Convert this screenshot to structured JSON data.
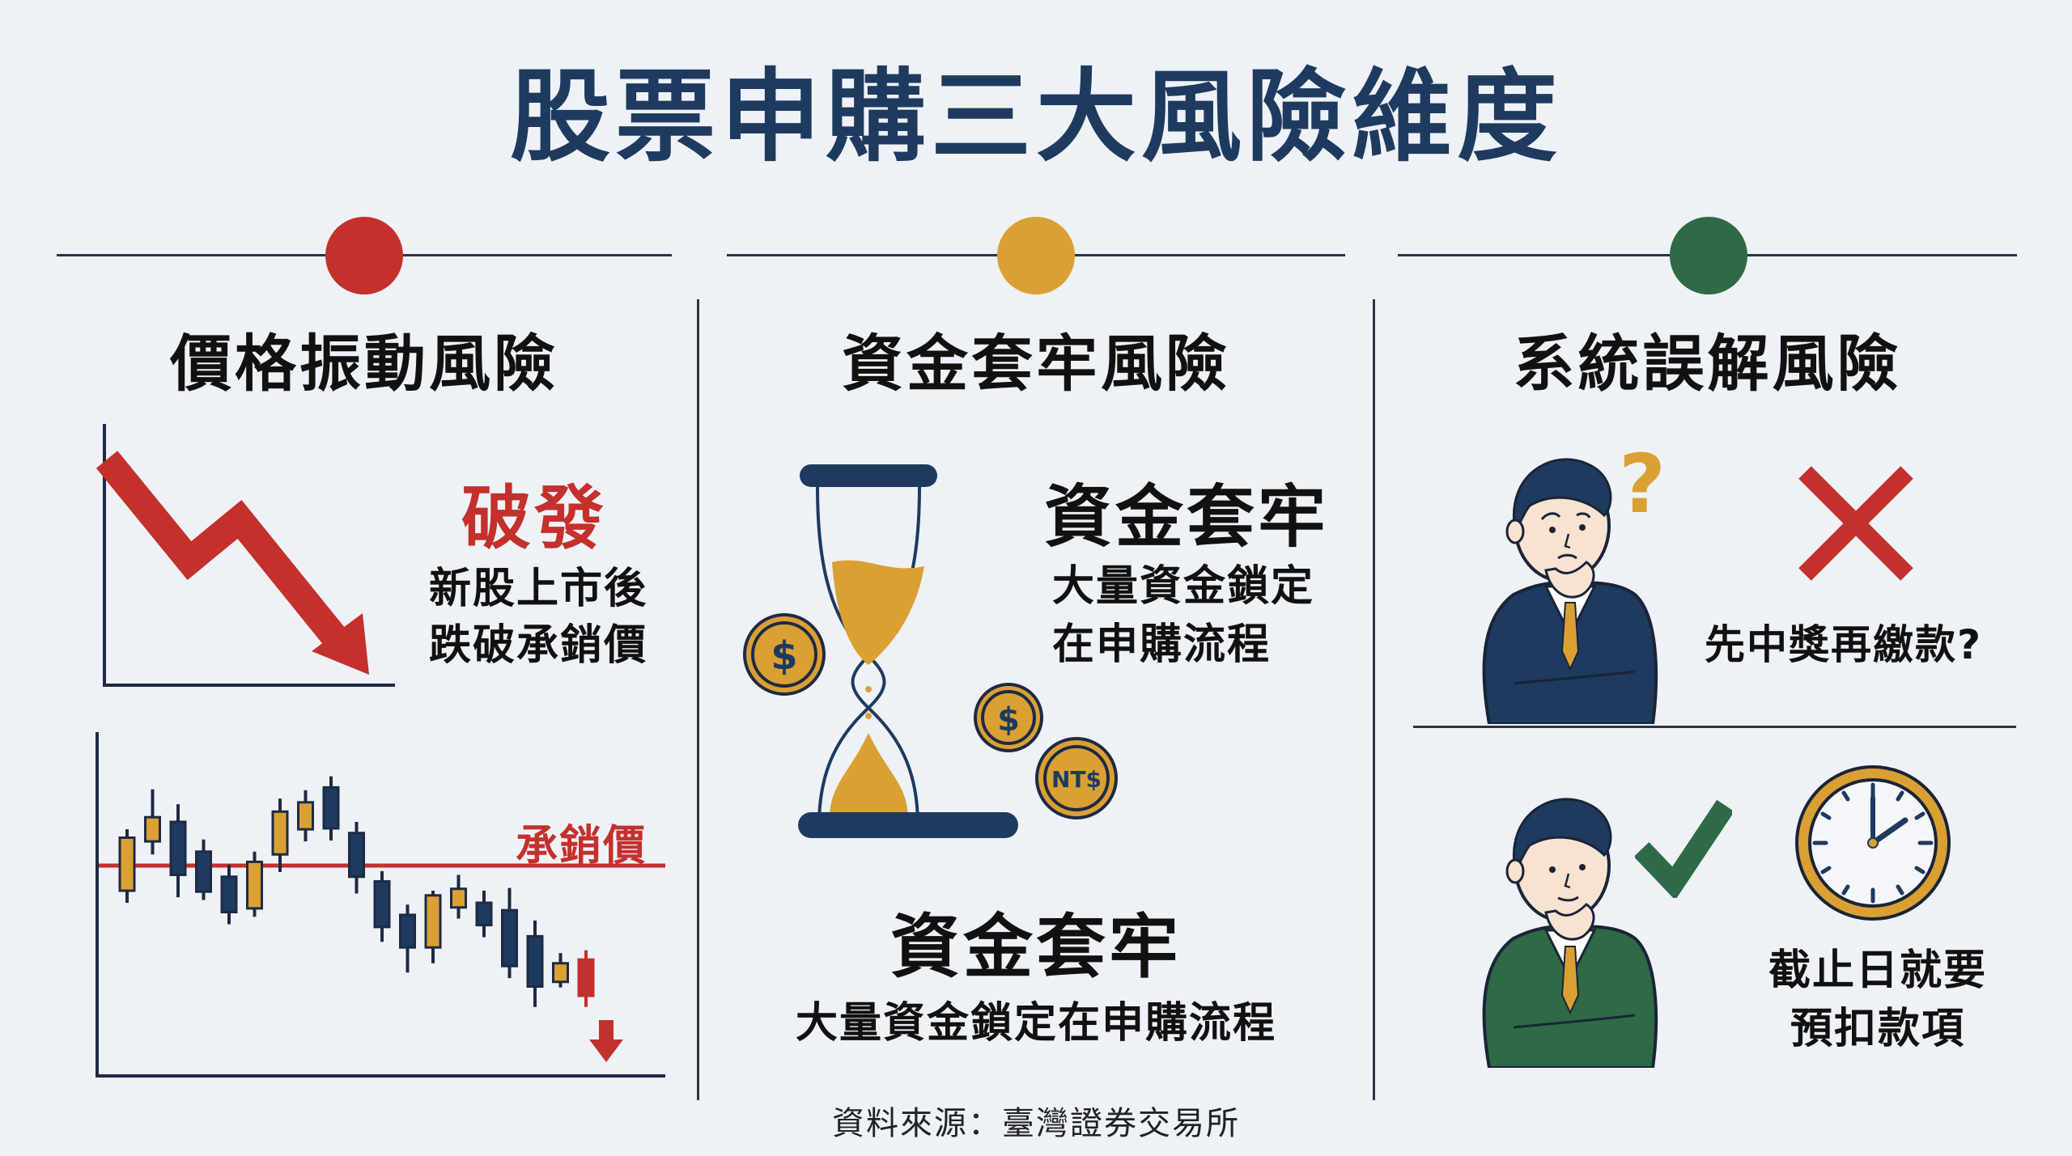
{
  "title": "股票申購三大風險維度",
  "colors": {
    "background": "#eef2f7",
    "navy": "#1e3a5f",
    "red": "#c4302b",
    "gold": "#dba033",
    "green": "#2d6a45",
    "line": "#2b3440"
  },
  "columns": [
    {
      "id": "price-volatility",
      "indicator_color": "#c4302b",
      "title": "價格振動風險",
      "highlight": "破發",
      "description_lines": [
        "新股上市後",
        "跌破承銷價"
      ],
      "candlestick_label": "承銷價"
    },
    {
      "id": "capital-lockup",
      "indicator_color": "#dba033",
      "title": "資金套牢風險",
      "side_heading": "資金套牢",
      "side_lines": [
        "大量資金鎖定",
        "在申購流程"
      ],
      "coin_labels": [
        "$",
        "$",
        "NT$"
      ],
      "bottom_heading": "資金套牢",
      "bottom_line": "大量資金鎖定在申購流程"
    },
    {
      "id": "system-misunderstanding",
      "indicator_color": "#2d6a45",
      "title": "系統誤解風險",
      "wrong_label": "先中獎再繳款?",
      "wrong_icon": "cross-mark",
      "right_lines": [
        "截止日就要",
        "預扣款項"
      ],
      "right_icon": "check-mark",
      "clock_time": "2:00"
    }
  ],
  "footer": "資料來源：臺灣證券交易所",
  "chart_data": [
    {
      "type": "line",
      "title": "",
      "description": "Downward trend arrow (price falling after listing)",
      "x": [
        0,
        1,
        2,
        3
      ],
      "values": [
        100,
        55,
        72,
        5
      ],
      "xlabel": "",
      "ylabel": "",
      "grid": false
    },
    {
      "type": "candlestick",
      "title": "",
      "reference_line": {
        "label": "承銷價",
        "value": 0
      },
      "note": "Values relative to underwriting price (positive = above line), approximate units from pixel positions",
      "candles": [
        {
          "open": -27,
          "close": 30,
          "high": 39,
          "low": -40,
          "color": "gold"
        },
        {
          "open": 26,
          "close": 52,
          "high": 82,
          "low": 12,
          "color": "gold"
        },
        {
          "open": 47,
          "close": -10,
          "high": 66,
          "low": -34,
          "color": "navy"
        },
        {
          "open": 15,
          "close": -28,
          "high": 28,
          "low": -37,
          "color": "navy"
        },
        {
          "open": -12,
          "close": -50,
          "high": 1,
          "low": -63,
          "color": "navy"
        },
        {
          "open": -46,
          "close": 4,
          "high": 15,
          "low": -55,
          "color": "gold"
        },
        {
          "open": 12,
          "close": 58,
          "high": 72,
          "low": -7,
          "color": "gold"
        },
        {
          "open": 39,
          "close": 68,
          "high": 81,
          "low": 26,
          "color": "gold"
        },
        {
          "open": 84,
          "close": 40,
          "high": 96,
          "low": 27,
          "color": "navy"
        },
        {
          "open": 35,
          "close": -12,
          "high": 47,
          "low": -30,
          "color": "navy"
        },
        {
          "open": -17,
          "close": -66,
          "high": -6,
          "low": -82,
          "color": "navy"
        },
        {
          "open": -53,
          "close": -88,
          "high": -42,
          "low": -115,
          "color": "navy"
        },
        {
          "open": -88,
          "close": -32,
          "high": -27,
          "low": -105,
          "color": "gold"
        },
        {
          "open": -45,
          "close": -25,
          "high": -10,
          "low": -57,
          "color": "gold"
        },
        {
          "open": -40,
          "close": -64,
          "high": -27,
          "low": -77,
          "color": "navy"
        },
        {
          "open": -48,
          "close": -108,
          "high": -24,
          "low": -121,
          "color": "navy"
        },
        {
          "open": -76,
          "close": -130,
          "high": -59,
          "low": -152,
          "color": "navy"
        },
        {
          "open": -125,
          "close": -105,
          "high": -94,
          "low": -131,
          "color": "gold"
        },
        {
          "open": -101,
          "close": -140,
          "high": -91,
          "low": -152,
          "color": "red"
        }
      ],
      "trend_arrow": "down"
    }
  ]
}
